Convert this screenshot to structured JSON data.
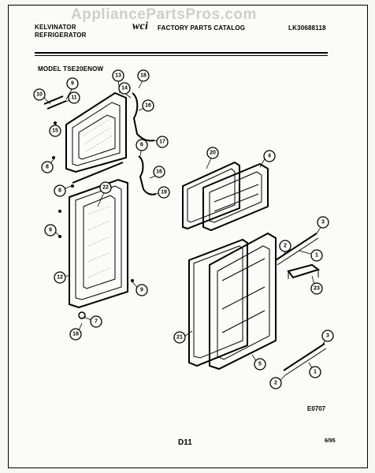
{
  "watermark": "AppliancePartsPros.com",
  "header": {
    "brand_line1": "KELVINATOR",
    "brand_line2": "REFRIGERATOR",
    "logo_text": "wci",
    "catalog_title": "FACTORY PARTS CATALOG",
    "catalog_number": "LK30688118",
    "model_label": "MODEL TSE20ENOW"
  },
  "diagram": {
    "callouts": [
      "9",
      "10",
      "11",
      "13",
      "14",
      "15",
      "16",
      "17",
      "18",
      "6",
      "8",
      "15",
      "16",
      "19",
      "8",
      "22",
      "9",
      "12",
      "9",
      "7",
      "18",
      "20",
      "4",
      "3",
      "2",
      "1",
      "23",
      "21",
      "5",
      "3",
      "2",
      "1"
    ],
    "drawing_code": "E0707"
  },
  "footer": {
    "page": "D11",
    "date": "6/95"
  }
}
